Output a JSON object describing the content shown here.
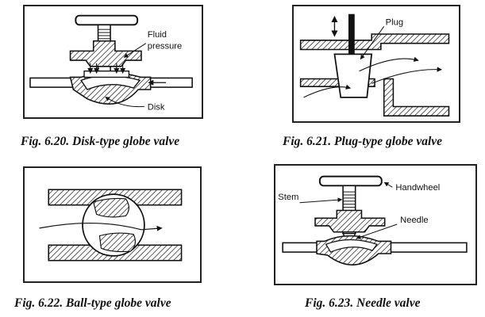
{
  "figures": [
    {
      "caption": "Fig. 6.20. Disk-type globe valve",
      "labels": {
        "fluid_pressure_1": "Fluid",
        "fluid_pressure_2": "pressure",
        "disk": "Disk"
      }
    },
    {
      "caption": "Fig. 6.21. Plug-type globe valve",
      "labels": {
        "plug": "Plug"
      }
    },
    {
      "caption": "Fig. 6.22. Ball-type globe valve",
      "labels": {}
    },
    {
      "caption": "Fig. 6.23. Needle valve",
      "labels": {
        "stem": "Stem",
        "handwheel": "Handwheel",
        "needle": "Needle"
      }
    }
  ]
}
